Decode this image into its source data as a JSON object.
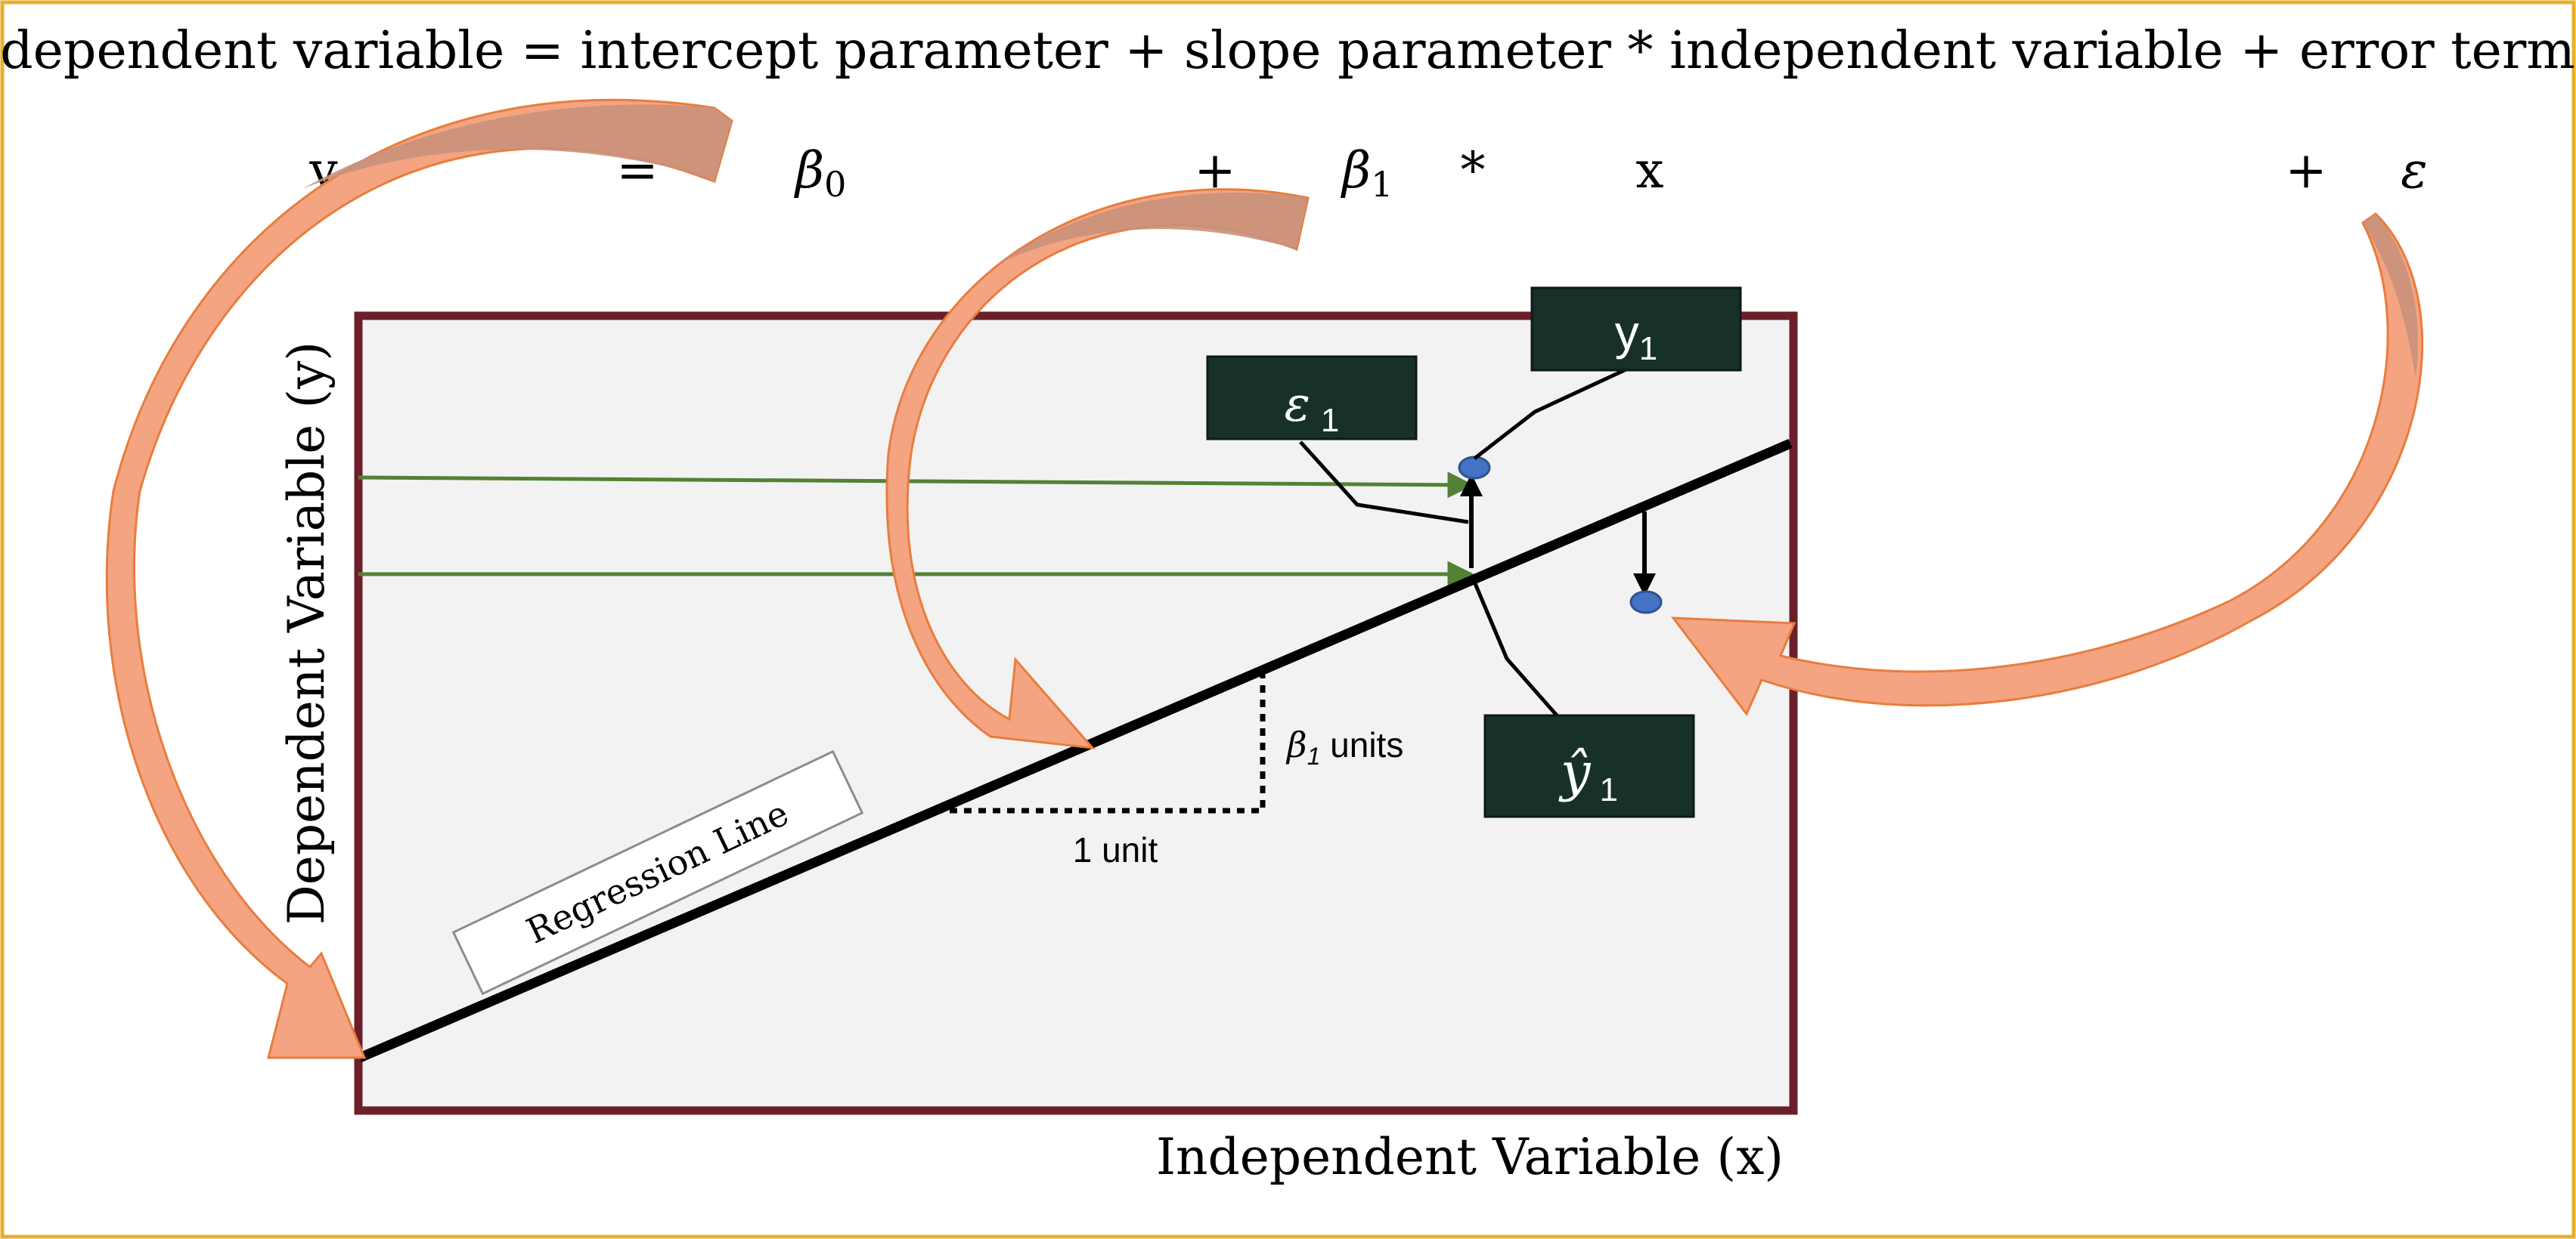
{
  "title": "dependent variable = intercept parameter + slope parameter * independent variable + error term",
  "equation": {
    "y": "y",
    "equals": "=",
    "beta0": "β",
    "beta0_sub": "0",
    "plus1": "+",
    "beta1": "β",
    "beta1_sub": "1",
    "times": "*",
    "x": "x",
    "plus2": "+",
    "epsilon": "ε"
  },
  "plot": {
    "y_axis_label": "Dependent Variable (y)",
    "x_axis_label": "Independent Variable (x)",
    "regression_line_label": "Regression Line",
    "one_unit_label": "1 unit",
    "slope_label_symbol": "β",
    "slope_label_sub": "1",
    "slope_label_text": " units",
    "box_y1": "y",
    "box_y1_sub": "1",
    "box_eps1": "ε",
    "box_eps1_sub": "1",
    "box_yhat1": "ŷ",
    "box_yhat1_sub": "1"
  },
  "colors": {
    "page_border": "#E8B02A",
    "plot_border": "#6B1F2A",
    "plot_fill": "#F2F2F2",
    "arrow_fill": "#F4A481",
    "arrow_edge": "#E87D3E",
    "arrow_dark": "#C9917A",
    "label_box": "#17302A",
    "green_arrow": "#538135",
    "point": "#4472C4"
  }
}
